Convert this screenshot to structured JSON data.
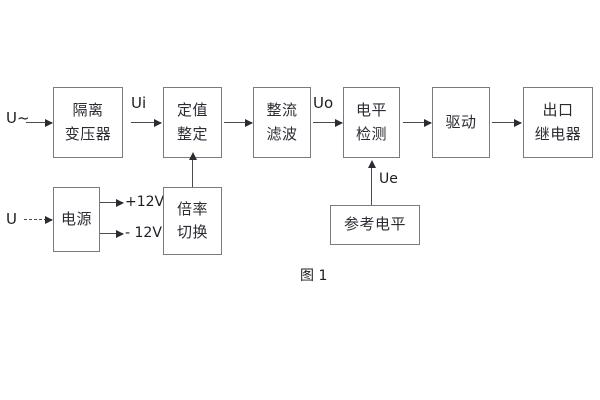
{
  "figure": {
    "caption": "图 1",
    "blocks": [
      {
        "id": "isolation-transformer",
        "lines": [
          "隔离",
          "变压器"
        ]
      },
      {
        "id": "setting-value",
        "lines": [
          "定值",
          "整定"
        ]
      },
      {
        "id": "rectify-filter",
        "lines": [
          "整流",
          "滤波"
        ]
      },
      {
        "id": "level-detection",
        "lines": [
          "电平",
          "检测"
        ]
      },
      {
        "id": "drive",
        "lines": [
          "驱动"
        ]
      },
      {
        "id": "output-relay",
        "lines": [
          "出口",
          "继电器"
        ]
      },
      {
        "id": "power-supply",
        "lines": [
          "电源"
        ]
      },
      {
        "id": "multiplier-switch",
        "lines": [
          "倍率",
          "切换"
        ]
      },
      {
        "id": "reference-level",
        "lines": [
          "参考电平"
        ]
      }
    ],
    "signals": {
      "input_ac": "U~",
      "input_dc": "U",
      "ui": "Ui",
      "uo": "Uo",
      "ue": "Ue",
      "rail_positive": "+12V",
      "rail_negative": "- 12V"
    },
    "colors": {
      "block_border": "#7a7a82",
      "connector": "#4a4a52",
      "text": "#2b2b33",
      "background": "#ffffff"
    }
  }
}
